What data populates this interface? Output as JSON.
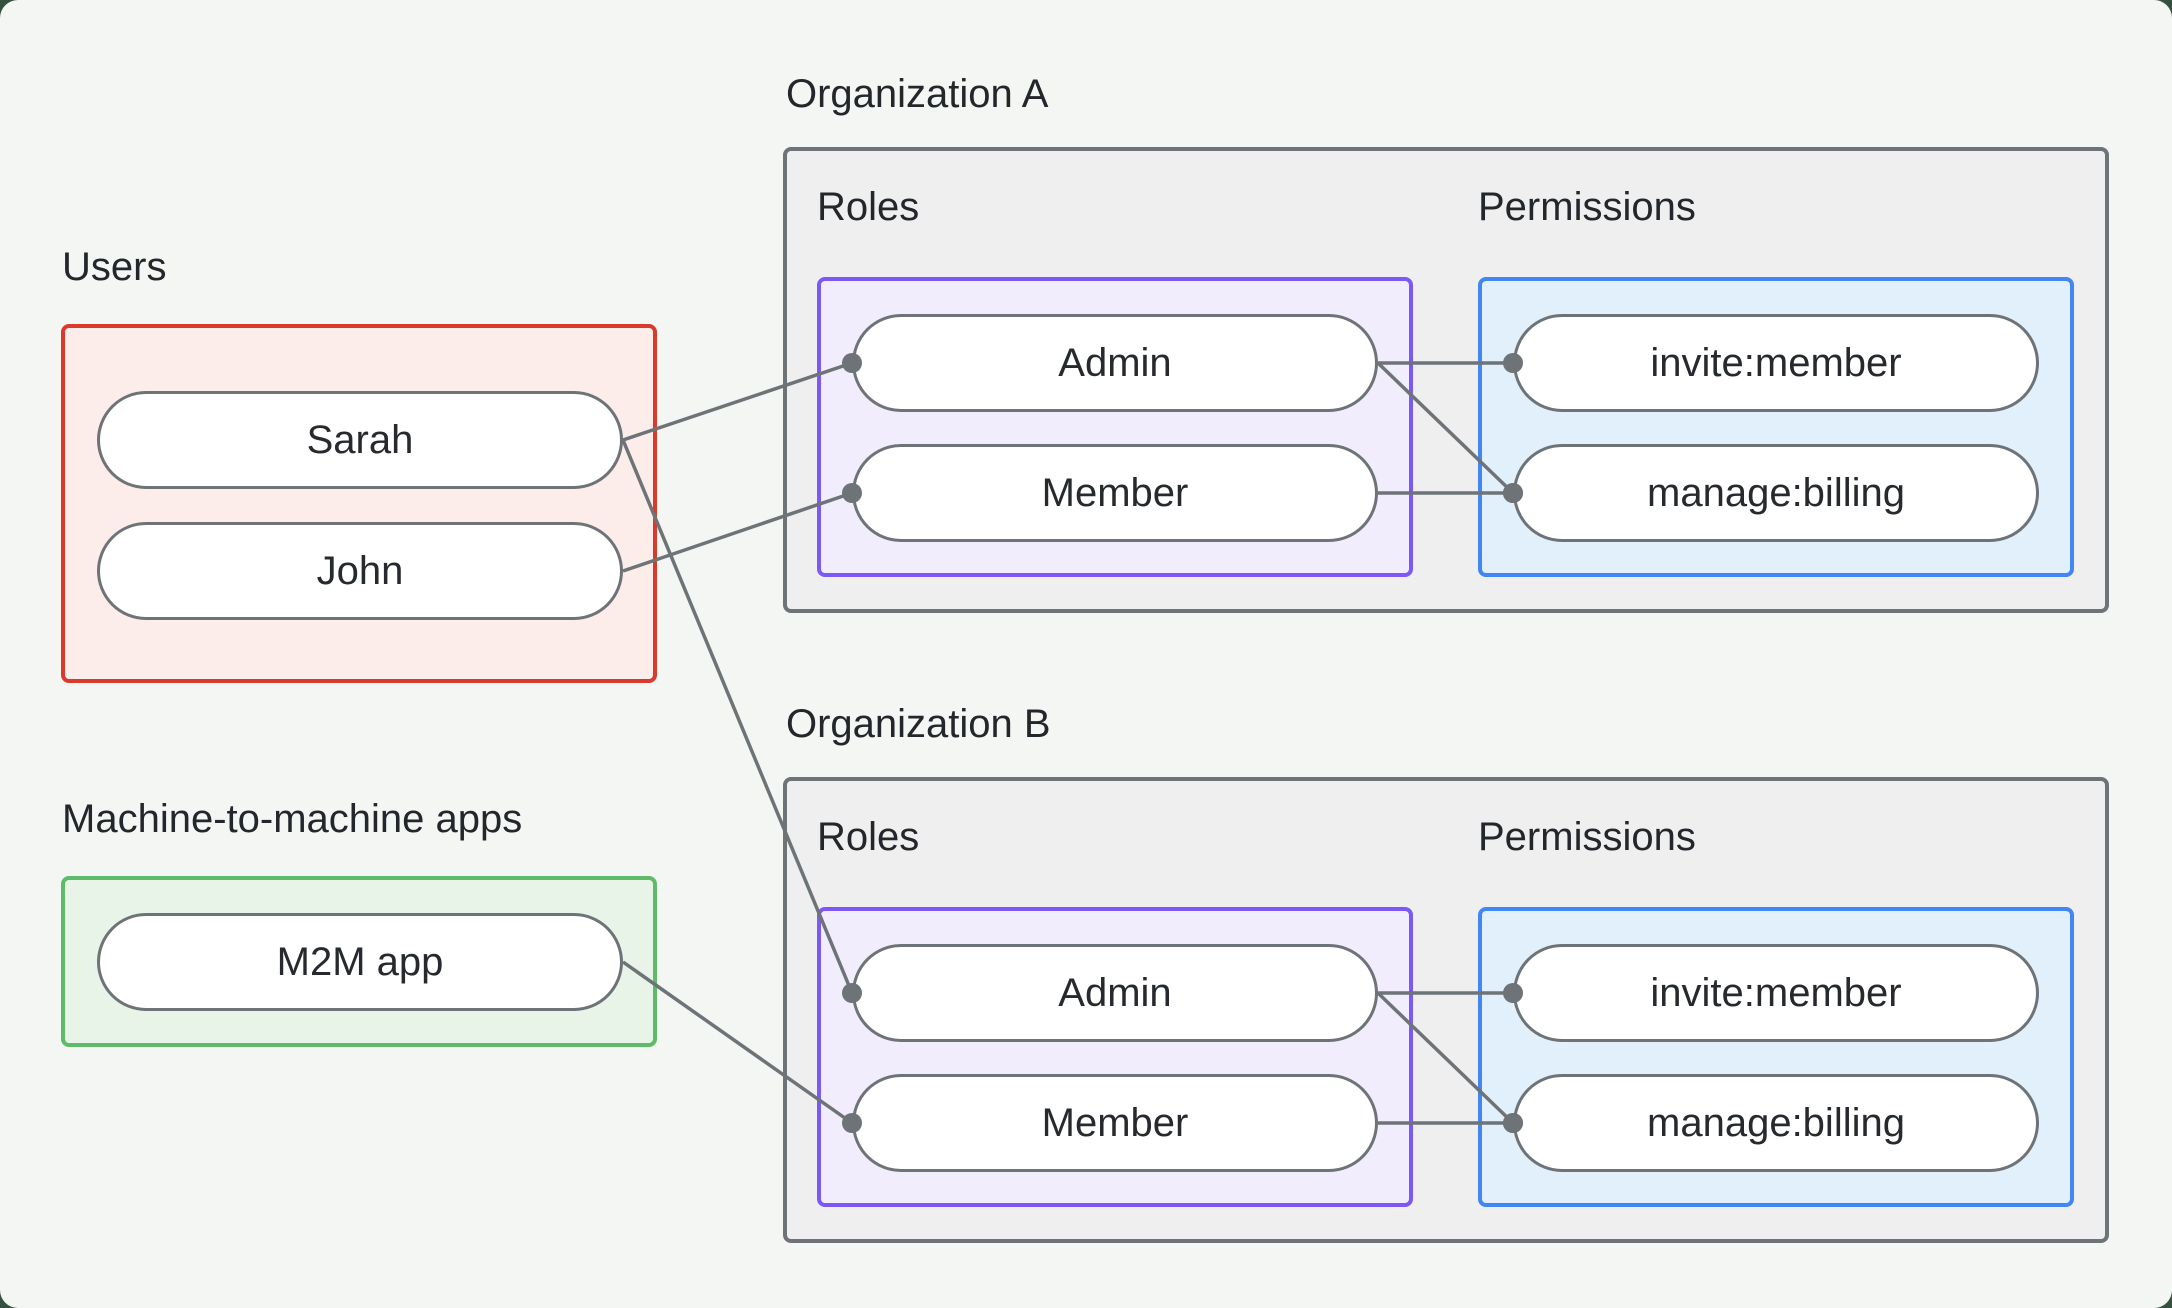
{
  "left_column": {
    "users": {
      "label": "Users",
      "items": [
        "Sarah",
        "John"
      ]
    },
    "m2m": {
      "label": "Machine-to-machine apps",
      "items": [
        "M2M app"
      ]
    }
  },
  "organizations": [
    {
      "name": "Organization A",
      "roles_label": "Roles",
      "permissions_label": "Permissions",
      "roles": [
        "Admin",
        "Member"
      ],
      "permissions": [
        "invite:member",
        "manage:billing"
      ]
    },
    {
      "name": "Organization B",
      "roles_label": "Roles",
      "permissions_label": "Permissions",
      "roles": [
        "Admin",
        "Member"
      ],
      "permissions": [
        "invite:member",
        "manage:billing"
      ]
    }
  ],
  "edges": [
    {
      "from": "sarah",
      "to": "adminA"
    },
    {
      "from": "sarah",
      "to": "adminB"
    },
    {
      "from": "john",
      "to": "memberA"
    },
    {
      "from": "m2m",
      "to": "memberB"
    },
    {
      "from": "adminA",
      "to": "inviteA"
    },
    {
      "from": "adminA",
      "to": "manageA"
    },
    {
      "from": "memberA",
      "to": "manageA"
    },
    {
      "from": "adminB",
      "to": "inviteB"
    },
    {
      "from": "adminB",
      "to": "manageB"
    },
    {
      "from": "memberB",
      "to": "manageB"
    }
  ],
  "colors": {
    "page_background": "#35523f",
    "panel_background": "#f4f6f4",
    "users_border": "#d93a2c",
    "users_fill": "#fcedeb",
    "m2m_border": "#5fbb67",
    "m2m_fill": "#e8f4e8",
    "org_border": "#6d7377",
    "org_fill": "#eeefee",
    "roles_border": "#7c58f6",
    "roles_fill": "#f2edfc",
    "permissions_border": "#4186f5",
    "permissions_fill": "#e2f0fc",
    "pill_border": "#6d7377",
    "pill_fill": "#ffffff",
    "connector": "#6d7377",
    "text": "#23262a"
  }
}
